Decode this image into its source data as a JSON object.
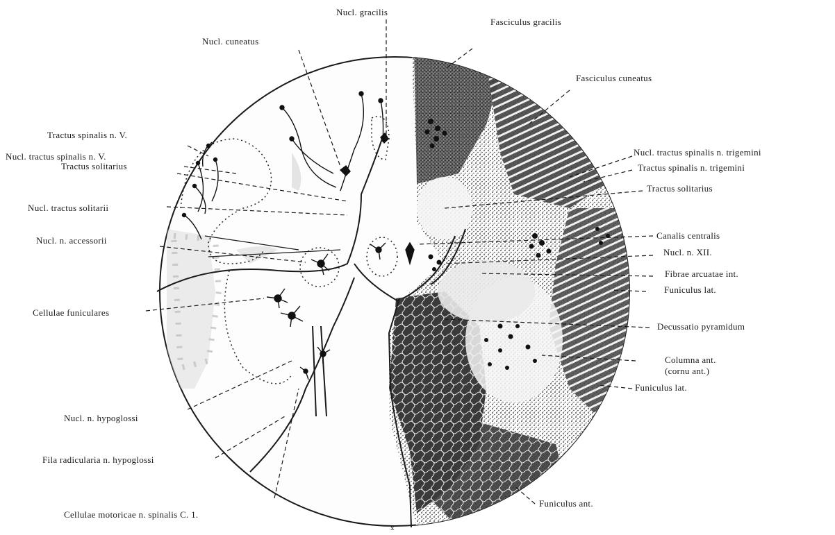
{
  "labels_left": {
    "nucl_gracilis": "Nucl. gracilis",
    "nucl_cuneatus": "Nucl. cuneatus",
    "tractus_spinalis_v": "Tractus spinalis n. V.",
    "nucl_tractus_spinalis_v": "Nucl. tractus spinalis n. V.",
    "tractus_solitarius": "Tractus solitarius",
    "nucl_tractus_solitarii": "Nucl. tractus solitarii",
    "nucl_n_accessorii": "Nucl. n. accessorii",
    "cellulae_funiculares": "Cellulae funiculares",
    "nucl_n_hypoglossi": "Nucl. n. hypoglossi",
    "fila_radicularia": "Fila radicularia n. hypoglossi",
    "cellulae_motoricae": "Cellulae motoricae n. spinalis C. 1."
  },
  "labels_right": {
    "fasciculus_gracilis": "Fasciculus gracilis",
    "fasciculus_cuneatus": "Fasciculus cuneatus",
    "nucl_tractus_spinalis_trigemini": "Nucl. tractus spinalis n. trigemini",
    "tractus_spinalis_trigemini": "Tractus spinalis n. trigemini",
    "tractus_solitarius": "Tractus solitarius",
    "canalis_centralis": "Canalis centralis",
    "nucl_n_xii": "Nucl. n. XII.",
    "fibrae_arcuatae": "Fibrae arcuatae int.",
    "funiculus_lat_1": "Funiculus lat.",
    "decussatio": "Decussatio pyramidum",
    "columna_ant": "Columna ant.",
    "cornu_ant": "(cornu ant.)",
    "funiculus_lat_2": "Funiculus lat.",
    "funiculus_ant": "Funiculus ant."
  },
  "bottom_mark": "x",
  "colors": {
    "ink": "#1a1a1a",
    "stipple": "#2a2a2a",
    "pale": "#cfcfcf"
  }
}
